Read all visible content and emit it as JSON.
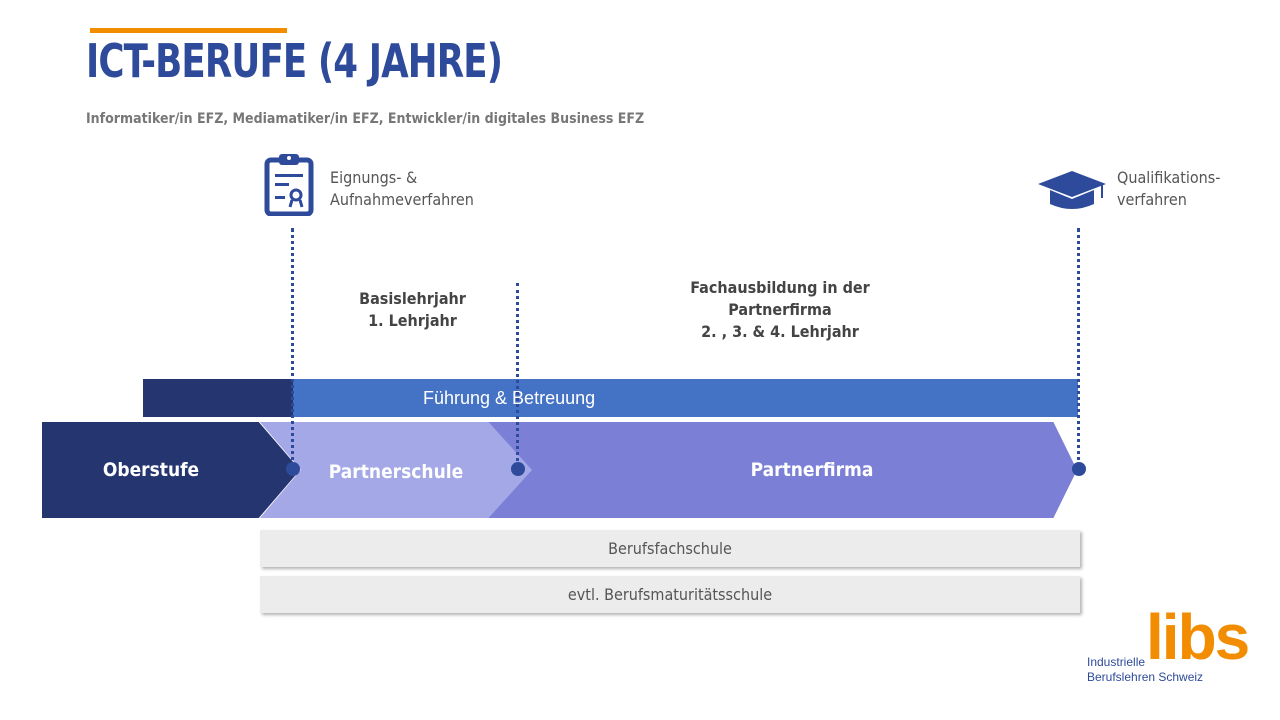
{
  "title": "ICT-BERUFE (4 JAHRE)",
  "subtitle": "Informatiker/in EFZ, Mediamatiker/in EFZ, Entwickler/in digitales Business EFZ",
  "milestones": [
    {
      "icon": "clipboard-certificate-icon",
      "line1": "Eignungs- &",
      "line2": "Aufnahmeverfahren"
    },
    {
      "icon": "graduation-cap-icon",
      "line1": "Qualifikations-",
      "line2": "verfahren"
    }
  ],
  "phases": [
    {
      "line1": "Basislehrjahr",
      "line2": "1. Lehrjahr"
    },
    {
      "line1": "Fachausbildung in der",
      "line2": "Partnerfirma",
      "line3": "2. , 3. & 4. Lehrjahr"
    }
  ],
  "support_bar": "Führung & Betreuung",
  "stages": [
    "Oberstufe",
    "Partnerschule",
    "Partnerfirma"
  ],
  "schools": [
    "Berufsfachschule",
    "evtl. Berufsmaturitätsschule"
  ],
  "logo": {
    "mark": "libs",
    "line1": "Industrielle",
    "line2": "Berufslehren Schweiz"
  },
  "colors": {
    "title": "#2e4a9a",
    "accent": "#f28c00",
    "navy": "#253570",
    "bar": "#4472c4",
    "light": "#a4a8e6",
    "mid": "#7b80d6"
  }
}
